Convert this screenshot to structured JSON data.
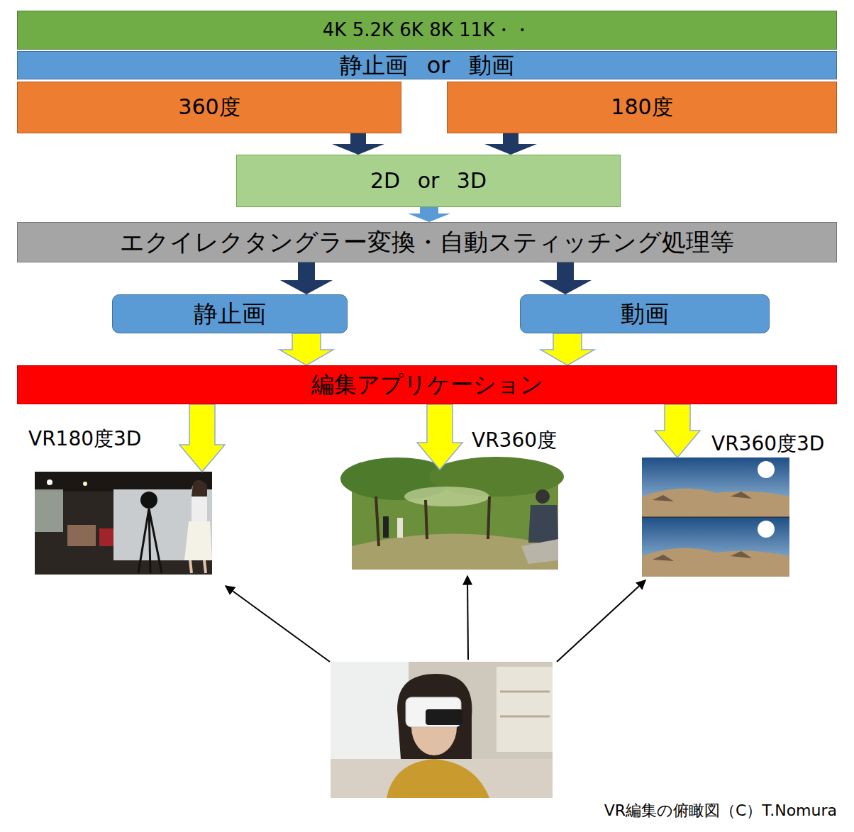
{
  "diagram": {
    "caption": "VR編集の俯瞰図（C）T.Nomura",
    "nodes": [
      {
        "text": [
          "4K 5.2K 6K 8K 11K・・"
        ]
      },
      {
        "text": [
          "静止画 or 動画"
        ]
      },
      {
        "text": [
          "360度"
        ]
      },
      {
        "text": [
          "180度"
        ]
      },
      {
        "text": [
          "2D or 3D"
        ]
      },
      {
        "text": [
          "エクイレクタングラー変換・自動スティッチング処理等"
        ]
      },
      {
        "text": [
          "静止画"
        ]
      },
      {
        "text": [
          "動画"
        ]
      },
      {
        "text": [
          "編集アプリケーション"
        ]
      },
      {
        "text": [
          "VR180度3D"
        ]
      },
      {
        "text": [
          "VR360度"
        ]
      },
      {
        "text": [
          "VR360度3D"
        ]
      }
    ],
    "edges": [
      {
        "from": 2,
        "to": 4,
        "arrow": "to"
      },
      {
        "from": 3,
        "to": 4,
        "arrow": "to"
      },
      {
        "from": 4,
        "to": 5,
        "arrow": "to"
      },
      {
        "from": 5,
        "to": 6,
        "arrow": "to"
      },
      {
        "from": 5,
        "to": 7,
        "arrow": "to"
      },
      {
        "from": 6,
        "to": 8,
        "arrow": "to"
      },
      {
        "from": 7,
        "to": 8,
        "arrow": "to"
      },
      {
        "from": 8,
        "to": 9,
        "arrow": "to"
      },
      {
        "from": 8,
        "to": 10,
        "arrow": "to"
      },
      {
        "from": 8,
        "to": 11,
        "arrow": "to"
      }
    ]
  }
}
